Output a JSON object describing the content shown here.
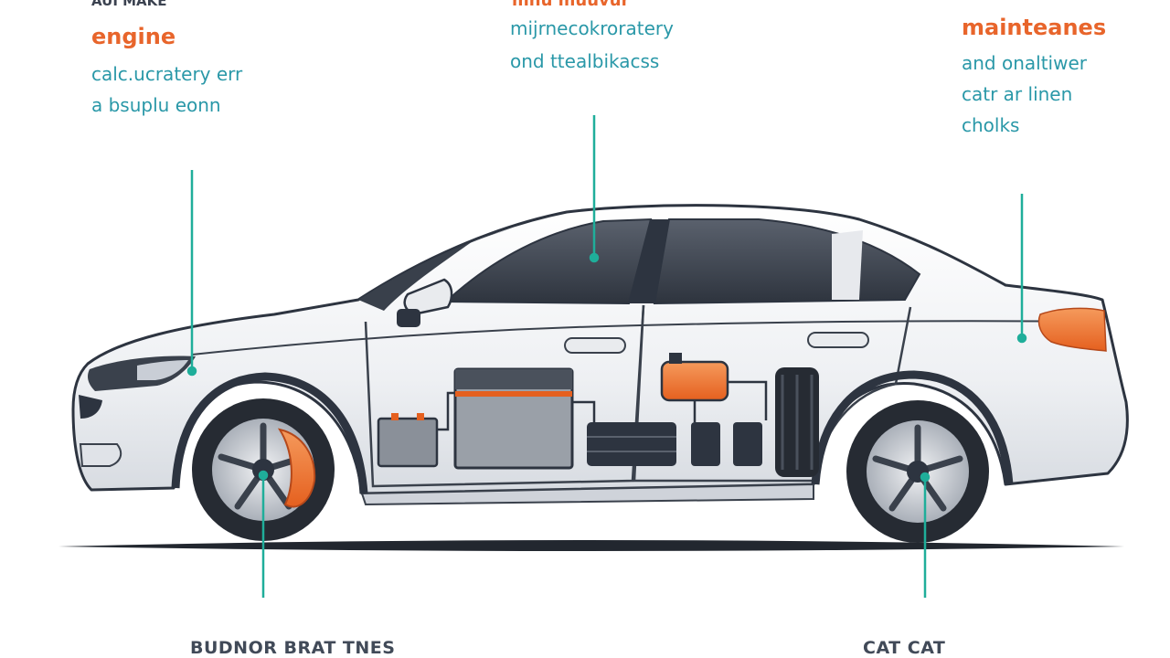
{
  "callouts": {
    "left": {
      "top_text": "AUI MAKE",
      "heading": "engine",
      "line1": "calc.ucratery err",
      "line2": "a bsuplu eonn"
    },
    "center": {
      "top_text": "mnu muuvur",
      "line1": "mijrnecokroratery",
      "line2": "ond ttealbikacss"
    },
    "right": {
      "heading": "mainteanes",
      "line1": "and onaltiwer",
      "line2": "catr ar linen",
      "line3": "cholks"
    }
  },
  "bottom_labels": {
    "left": "BUDNOR BRAT TNES",
    "right": "CAT CAT"
  },
  "colors": {
    "accent_orange": "#e8652b",
    "teal_text": "#2a98a8",
    "leader_line": "#1fae9a",
    "body_white": "#f3f4f6",
    "body_outline": "#2d3440",
    "glass": "#3c4350",
    "tire": "#262b33"
  }
}
